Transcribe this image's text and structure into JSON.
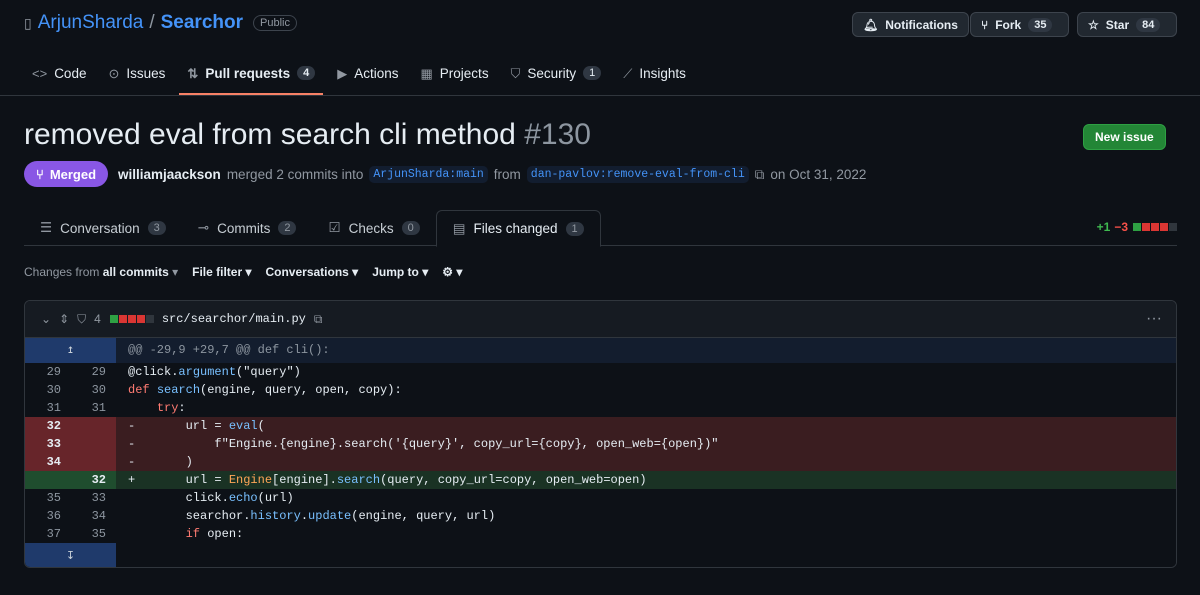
{
  "repo": {
    "owner": "ArjunSharda",
    "sep": "/",
    "name": "Searchor",
    "visibility": "Public"
  },
  "header_buttons": {
    "notifications": "Notifications",
    "fork": "Fork",
    "fork_count": "35",
    "star": "Star",
    "star_count": "84"
  },
  "nav": [
    {
      "icon": "<>",
      "label": "Code"
    },
    {
      "icon": "⊙",
      "label": "Issues"
    },
    {
      "icon": "⇅",
      "label": "Pull requests",
      "count": "4",
      "selected": true
    },
    {
      "icon": "▶",
      "label": "Actions"
    },
    {
      "icon": "▦",
      "label": "Projects"
    },
    {
      "icon": "⛉",
      "label": "Security",
      "count": "1"
    },
    {
      "icon": "⟋",
      "label": "Insights"
    }
  ],
  "pr": {
    "title": "removed eval from search cli method",
    "number": "#130",
    "new_issue": "New issue",
    "state": "Merged",
    "author": "williamjaackson",
    "action": "merged 2 commits into",
    "base": "ArjunSharda:main",
    "from": "from",
    "head": "dan-pavlov:remove-eval-from-cli",
    "date": "on Oct 31, 2022"
  },
  "tabs": [
    {
      "icon": "☰",
      "label": "Conversation",
      "count": "3"
    },
    {
      "icon": "⊸",
      "label": "Commits",
      "count": "2"
    },
    {
      "icon": "☑",
      "label": "Checks",
      "count": "0"
    },
    {
      "icon": "▤",
      "label": "Files changed",
      "count": "1",
      "selected": true
    }
  ],
  "diffstat": {
    "additions": "+1",
    "deletions": "−3",
    "colors": [
      "#2ea043",
      "#da3633",
      "#da3633",
      "#da3633",
      "#30363d"
    ]
  },
  "toolbar": {
    "changes_prefix": "Changes from",
    "changes_value": "all commits",
    "file_filter": "File filter",
    "conversations": "Conversations",
    "jump_to": "Jump to"
  },
  "file": {
    "changes": "4",
    "path": "src/searchor/main.py",
    "hunk": "@@ -29,9 +29,7 @@ def cli():",
    "lines": [
      {
        "t": "ctx",
        "o": "29",
        "n": "29",
        "tokens": [
          [
            "@click.",
            ""
          ],
          [
            "argument",
            "f"
          ],
          [
            "(\"query\")",
            ""
          ]
        ]
      },
      {
        "t": "ctx",
        "o": "30",
        "n": "30",
        "tokens": [
          [
            "def ",
            "k"
          ],
          [
            "search",
            "f"
          ],
          [
            "(engine, query, open, copy):",
            ""
          ]
        ]
      },
      {
        "t": "ctx",
        "o": "31",
        "n": "31",
        "tokens": [
          [
            "    ",
            ""
          ],
          [
            "try",
            "k"
          ],
          [
            ":",
            ""
          ]
        ]
      },
      {
        "t": "del",
        "o": "32",
        "n": "",
        "tokens": [
          [
            "-       ",
            ""
          ],
          [
            "url = ",
            ""
          ],
          [
            "eval",
            "f"
          ],
          [
            "(",
            ""
          ]
        ]
      },
      {
        "t": "del",
        "o": "33",
        "n": "",
        "tokens": [
          [
            "-           ",
            ""
          ],
          [
            "f\"Engine.{engine}.search('{query}', copy_url={copy}, open_web={open})\"",
            ""
          ]
        ]
      },
      {
        "t": "del",
        "o": "34",
        "n": "",
        "tokens": [
          [
            "-       ",
            ""
          ],
          [
            ")",
            ""
          ]
        ]
      },
      {
        "t": "add",
        "o": "",
        "n": "32",
        "tokens": [
          [
            "+       ",
            ""
          ],
          [
            "url = ",
            ""
          ],
          [
            "Engine",
            "c"
          ],
          [
            "[engine].",
            ""
          ],
          [
            "search",
            "f"
          ],
          [
            "(query, copy_url=copy, open_web=open)",
            ""
          ]
        ]
      },
      {
        "t": "ctx",
        "o": "35",
        "n": "33",
        "tokens": [
          [
            "        click.",
            ""
          ],
          [
            "echo",
            "f"
          ],
          [
            "(url)",
            ""
          ]
        ]
      },
      {
        "t": "ctx",
        "o": "36",
        "n": "34",
        "tokens": [
          [
            "        searchor.",
            ""
          ],
          [
            "history",
            "f"
          ],
          [
            ".",
            ""
          ],
          [
            "update",
            "f"
          ],
          [
            "(engine, query, url)",
            ""
          ]
        ]
      },
      {
        "t": "ctx",
        "o": "37",
        "n": "35",
        "tokens": [
          [
            "        ",
            ""
          ],
          [
            "if",
            "k"
          ],
          [
            " open:",
            ""
          ]
        ]
      }
    ]
  }
}
